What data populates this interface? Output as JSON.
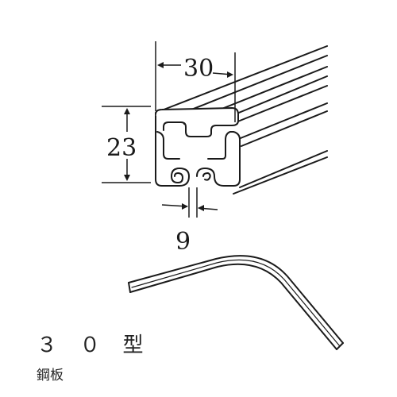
{
  "dimensions": {
    "width": "30",
    "height": "23",
    "slot": "9"
  },
  "caption": {
    "model": "３ ０ 型",
    "material": "鋼板"
  }
}
